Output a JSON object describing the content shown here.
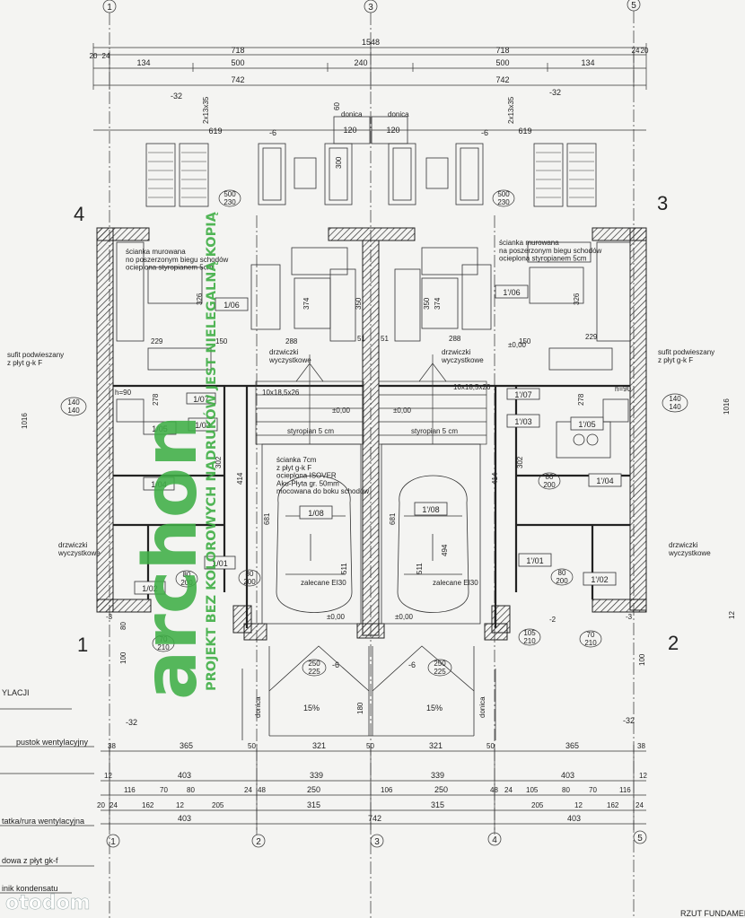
{
  "grid_axes": {
    "top": [
      "1",
      "3",
      "5"
    ],
    "bottom": [
      "1",
      "2",
      "3",
      "4",
      "5"
    ]
  },
  "sides": {
    "left_top": "4",
    "right_top": "3",
    "left_bottom": "1",
    "right_bottom": "2"
  },
  "top_dims": {
    "total": "1548",
    "half_left": "718",
    "half_right": "718",
    "a_134": "134",
    "a_500": "500",
    "a_240": "240",
    "b_500": "500",
    "b_134": "134",
    "c_742": "742",
    "d_742": "742",
    "c_24": "24",
    "c_20": "20"
  },
  "top_texts": {
    "level_32": "-32",
    "stair_2x13x35": "2x13x35",
    "doniczka1": "donica",
    "doniczka2": "donica",
    "d_60": "60",
    "d_120a": "120",
    "d_120b": "120",
    "d_619a": "619",
    "d_619b": "619",
    "lvl_6a": "-6",
    "lvl_6b": "-6",
    "d_300": "300",
    "w500_230_l": "500\n230",
    "w500_230_r": "500\n230"
  },
  "notes": {
    "left_wall": "ścianka murowana\nno poszerzonym biegu schodów\nocieplona styropianem 5cm",
    "right_wall": "ścianka murowana\nna poszerzonym biegu schodów\nocieplona styropianem 5cm",
    "ceiling_left": "sufit podwieszany\nz płyt g-k F",
    "ceiling_right": "sufit podwieszany\nz płyt g-k F",
    "cleanout_top_l": "drzwiczki\nwyczystkowe",
    "cleanout_top_r": "drzwiczki\nwyczystkowe",
    "cleanout_left": "drzwiczki\nwyczystkowe",
    "cleanout_right": "drzwiczki\nwyczystkowe",
    "partition": "ścianka 7cm\nz płyt g-k F\nocieplona ISOVER\nAku-Płyta gr. 50mm\nmocowana do boku schodów",
    "styro_l": "styropian 5 cm",
    "styro_r": "styropian 5 cm",
    "garage_l": "zalecane EI30",
    "garage_r": "zalecane EI30"
  },
  "rooms": {
    "r106": "1/06",
    "r106b": "1'/06",
    "r107": "1/07",
    "r107b": "1'/07",
    "r105": "1/05",
    "r105b": "1'/05",
    "r103": "1/03",
    "r103b": "1'/03",
    "r108": "1/08",
    "r108b": "1'/08",
    "r101": "1/01",
    "r101b": "1'/01",
    "r102": "1/02",
    "r102b": "1'/02",
    "r104": "1/04",
    "r104b": "1'/04"
  },
  "window_tags": {
    "w140l": "140\n140",
    "w140r": "140\n140",
    "w80_200a": "80\n200",
    "w80_200b": "80\n200",
    "w80_200c": "80\n200",
    "w80_200d": "80\n200",
    "w70_210a": "70\n210",
    "w70_210b": "70\n210",
    "w105_210": "105\n210",
    "w250_225a": "250\n225",
    "w250_225b": "250\n225"
  },
  "levels": {
    "pm000": "±0,00",
    "m3": "-3",
    "m2": "-2",
    "m6": "-6"
  },
  "stairs": {
    "s1": "10x18,5x26",
    "s2": "10x18,5x26",
    "h90a": "h=90",
    "h90b": "h=90"
  },
  "side_labels": {
    "ylacji": "YLACJI",
    "pustak": "pustok wentylacyjny",
    "rura": "tatka/rura wentylacyjna",
    "plyta": "dowa z płyt gk-f",
    "kondens": "inik kondensatu",
    "rzut": "RZUT FUNDAMEN",
    "slope_l": "15%",
    "slope_r": "15%"
  },
  "bottom_dims": {
    "row1": [
      "-32",
      "-32"
    ],
    "row2": [
      "38",
      "365",
      "50",
      "321",
      "50",
      "321",
      "50",
      "365",
      "38"
    ],
    "row3": [
      "12",
      "403",
      "339",
      "339",
      "403",
      "12"
    ],
    "row4": [
      "116",
      "70",
      "80",
      "24",
      "48",
      "250",
      "106",
      "250",
      "48",
      "24",
      "105",
      "80",
      "70",
      "116"
    ],
    "row5": [
      "20",
      "24",
      "162",
      "12",
      "205",
      "315",
      "315",
      "205",
      "12",
      "162",
      "24"
    ],
    "row6": [
      "403",
      "742",
      "403"
    ]
  },
  "interior_dims": {
    "d229a": "229",
    "d229b": "229",
    "d150a": "150",
    "d150b": "150",
    "d288a": "288",
    "d288b": "288",
    "d51a": "51",
    "d51b": "51",
    "d374a": "374",
    "d374b": "374",
    "d326a": "326",
    "d326b": "326",
    "d350a": "350",
    "d350b": "350",
    "d302a": "302",
    "d302b": "302",
    "d414a": "414",
    "d414b": "414",
    "d681a": "681",
    "d681b": "681",
    "d511a": "511",
    "d511b": "511",
    "d494": "494",
    "d278a": "278",
    "d278b": "278",
    "d1016": "1016",
    "d1016b": "1016",
    "d100a": "100",
    "d100b": "100",
    "d180": "180",
    "d80": "80",
    "d12": "12"
  },
  "watermark": {
    "brand": "archon",
    "line": "PROJEKT BEZ KOLOROWYCH NADRUKÓW JEST NIELEGALNĄ KOPIĄ",
    "corner": "otodom"
  }
}
